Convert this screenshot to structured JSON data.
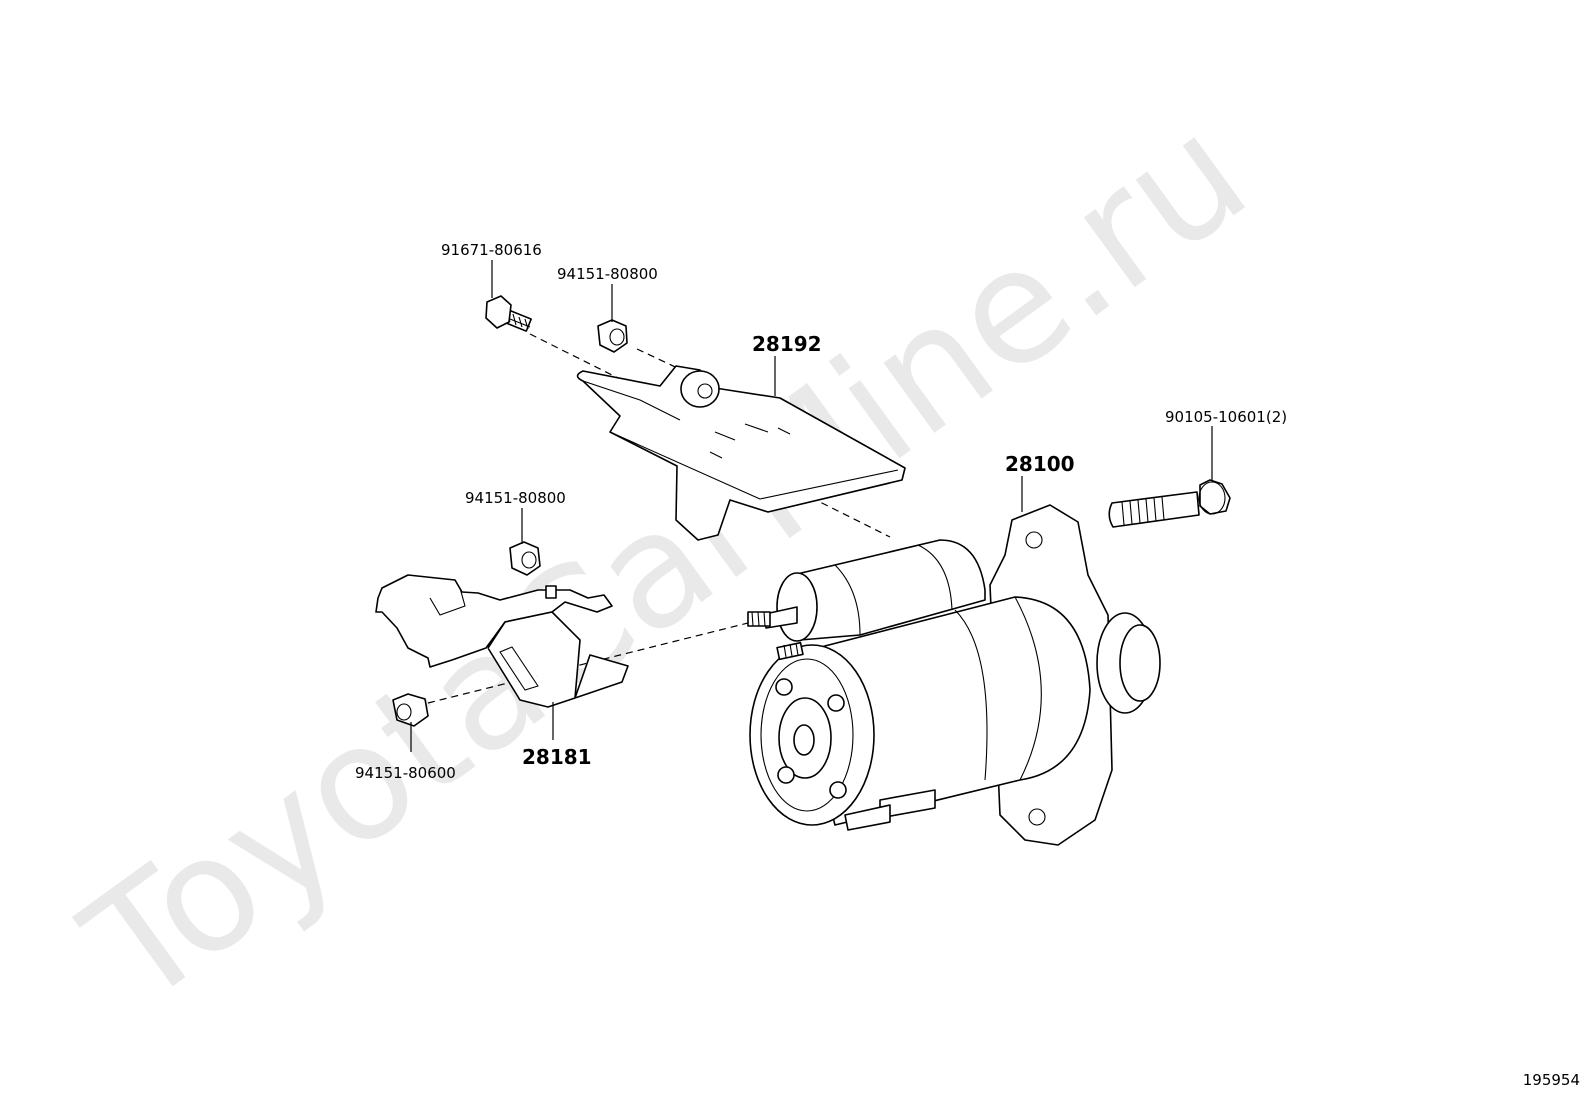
{
  "watermark": "ToyotaCarMine.ru",
  "figure_number": "195954",
  "callouts": {
    "bolt_top": "91671-80616",
    "nut_top": "94151-80800",
    "bracket_cover": "28192",
    "bolt_right": "90105-10601(2)",
    "starter": "28100",
    "nut_mid": "94151-80800",
    "terminal_cover": "28181",
    "nut_bottom": "94151-80600"
  }
}
